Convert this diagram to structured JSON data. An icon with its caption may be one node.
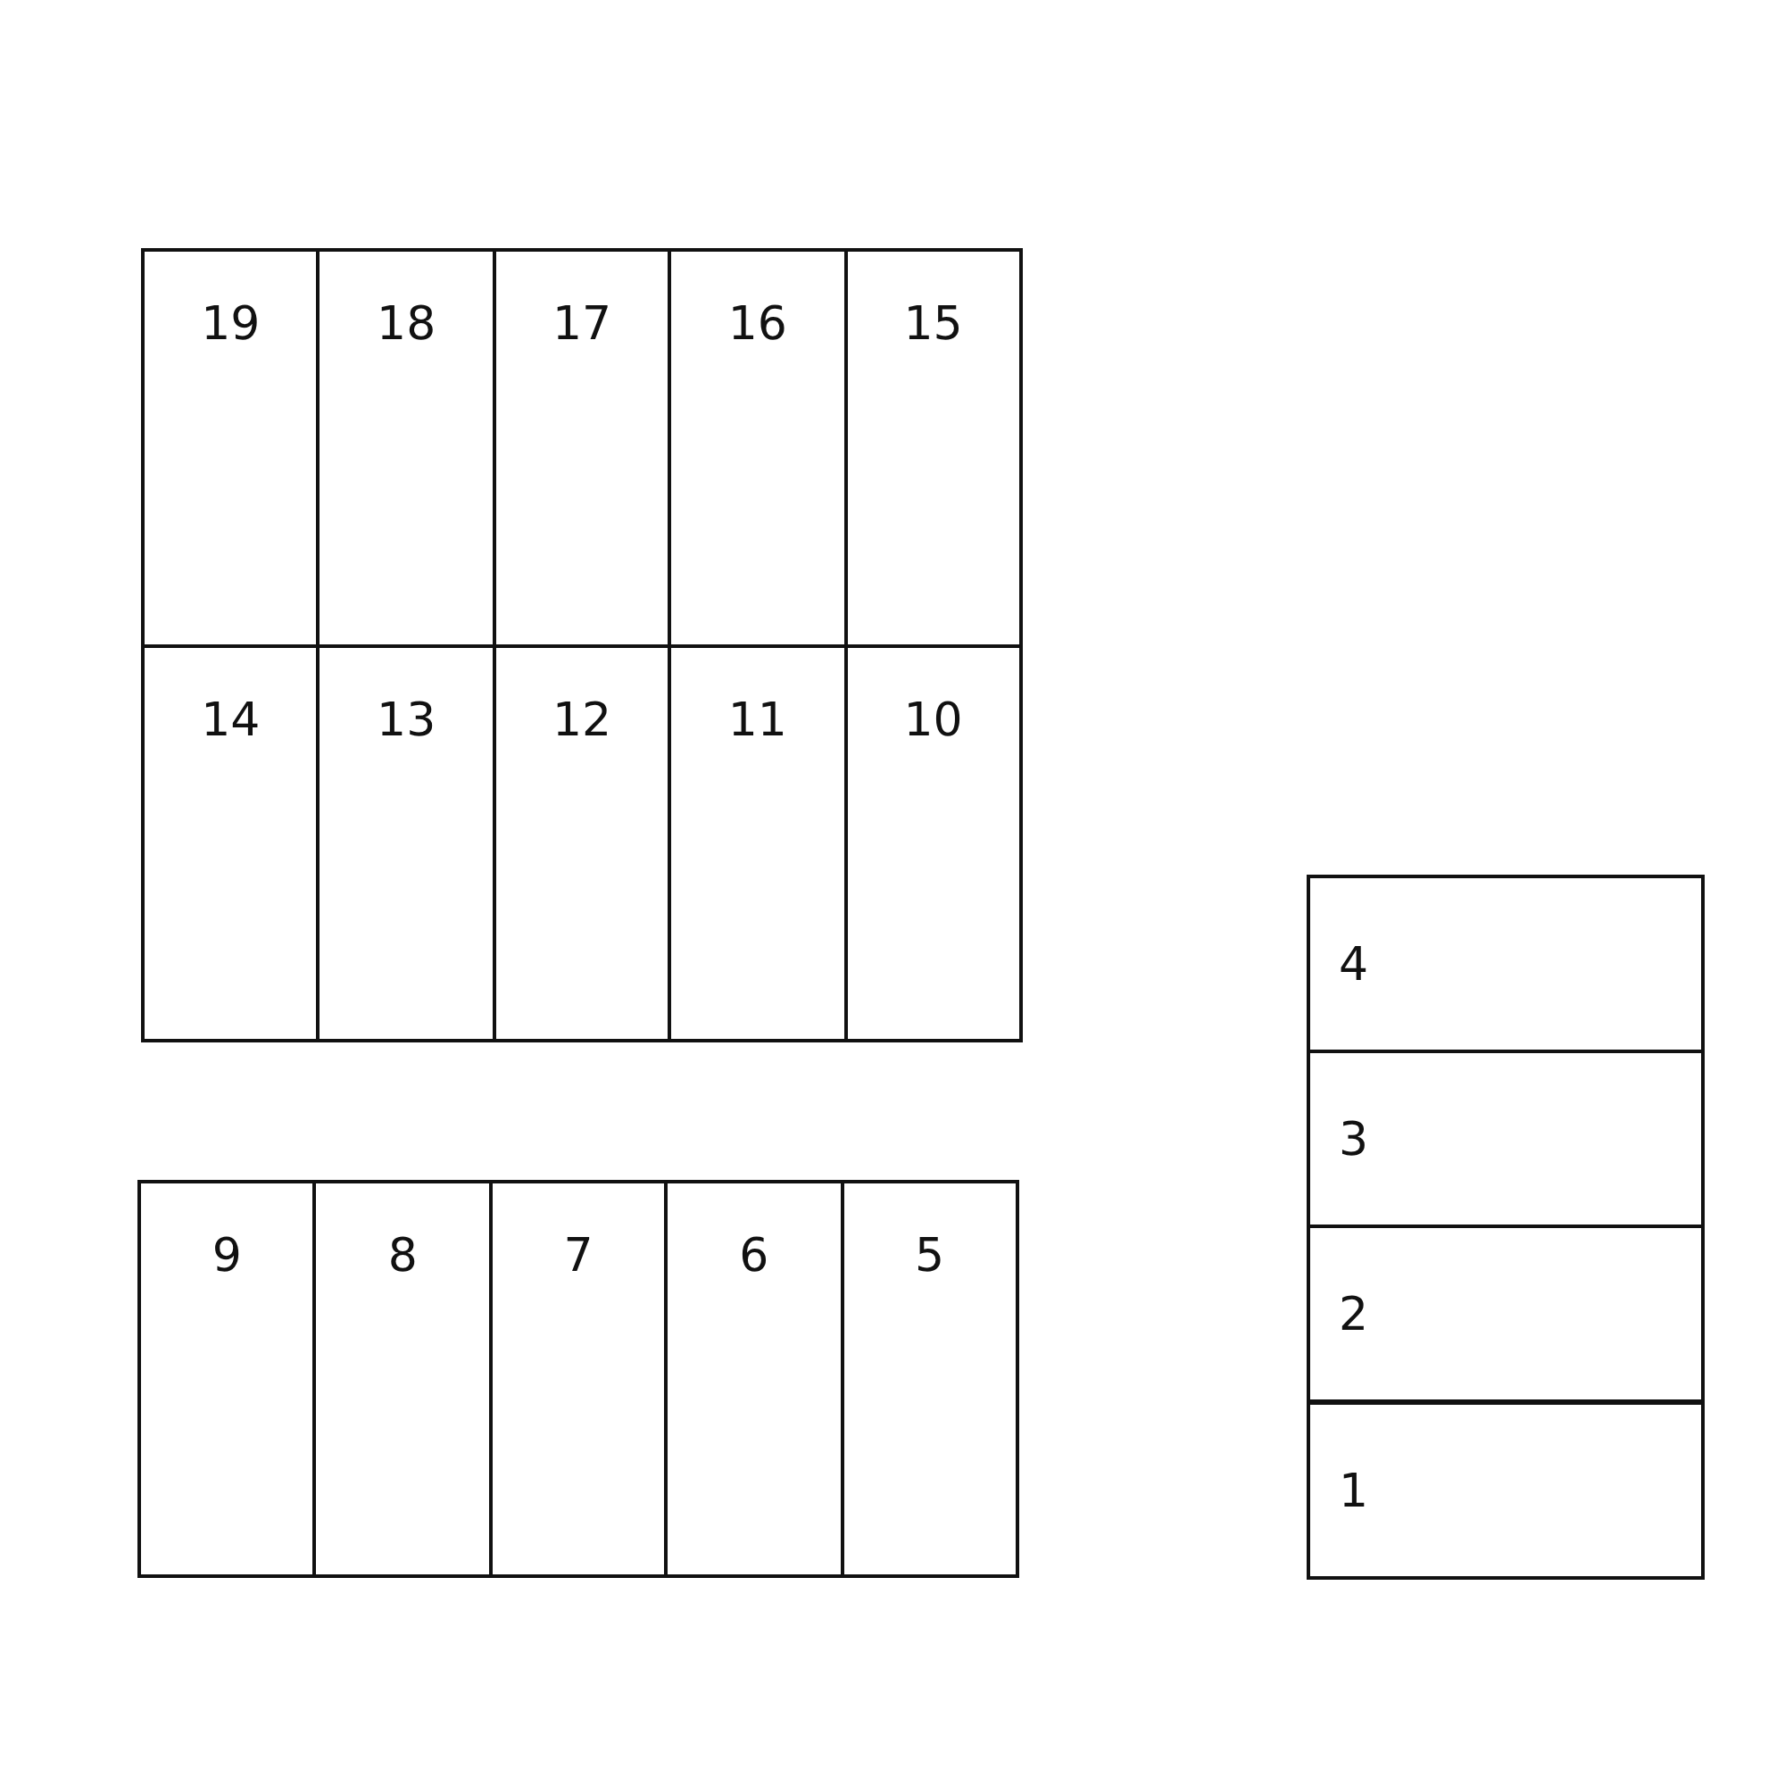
{
  "diagram": {
    "nodes": [
      {
        "text": [
          "19"
        ]
      },
      {
        "text": [
          "18"
        ]
      },
      {
        "text": [
          "17"
        ]
      },
      {
        "text": [
          "16"
        ]
      },
      {
        "text": [
          "15"
        ]
      },
      {
        "text": [
          "14"
        ]
      },
      {
        "text": [
          "13"
        ]
      },
      {
        "text": [
          "12"
        ]
      },
      {
        "text": [
          "11"
        ]
      },
      {
        "text": [
          "10"
        ]
      },
      {
        "text": [
          "9"
        ]
      },
      {
        "text": [
          "8"
        ]
      },
      {
        "text": [
          "7"
        ]
      },
      {
        "text": [
          "6"
        ]
      },
      {
        "text": [
          "5"
        ]
      },
      {
        "text": [
          "4"
        ]
      },
      {
        "text": [
          "3"
        ]
      },
      {
        "text": [
          "2"
        ]
      },
      {
        "text": [
          "1"
        ]
      }
    ]
  }
}
